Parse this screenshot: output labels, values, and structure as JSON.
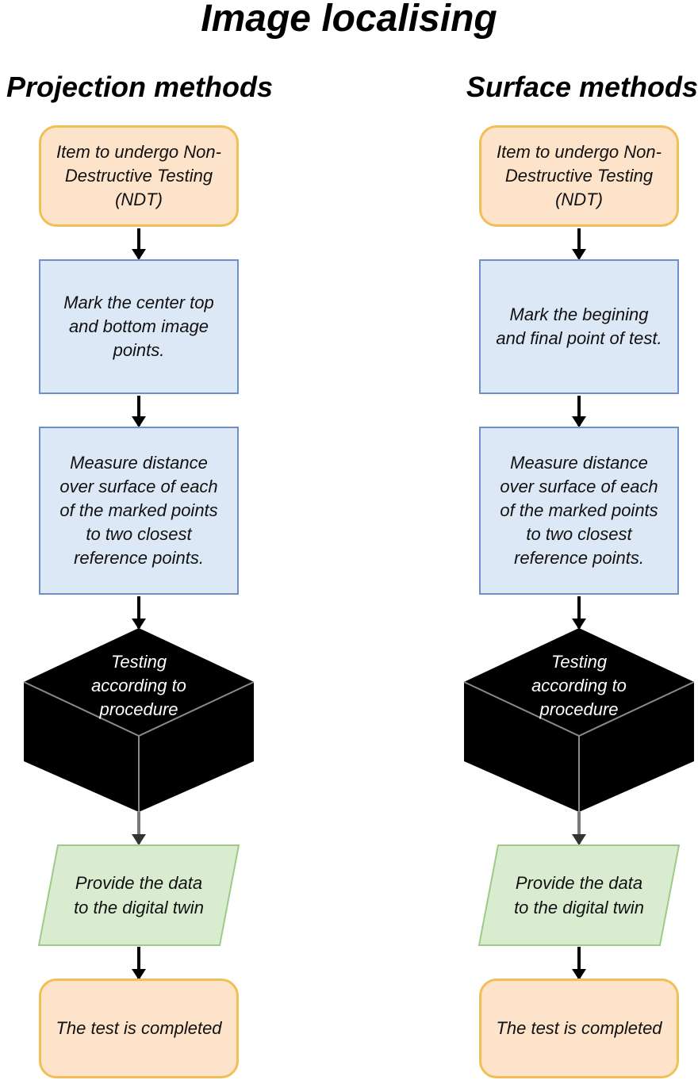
{
  "title": "Image localising",
  "columns": [
    {
      "heading": "Projection methods",
      "start": "Item to undergo Non-\nDestructive Testing\n(NDT)",
      "mark": "Mark the center top\nand bottom image\npoints.",
      "measure": "Measure distance\nover surface of each\nof the marked points\nto two closest\nreference points.",
      "testing": "Testing\naccording to\nprocedure",
      "provide": "Provide the data\nto the digital twin",
      "end": "The test is completed"
    },
    {
      "heading": "Surface methods",
      "start": "Item to undergo Non-\nDestructive Testing\n(NDT)",
      "mark": "Mark the begining\nand final point of test.",
      "measure": "Measure distance\nover surface of each\nof the marked points\nto two closest\nreference points.",
      "testing": "Testing\naccording to\nprocedure",
      "provide": "Provide the data\nto the digital twin",
      "end": "The test is completed"
    }
  ],
  "colors": {
    "terminal_fill": "#fce3c9",
    "terminal_border": "#f1bf55",
    "process_fill": "#dce8f6",
    "process_border": "#6f8fc8",
    "data_fill": "#d9ecd0",
    "data_border": "#9ccb87",
    "cube_fill": "#000000"
  }
}
